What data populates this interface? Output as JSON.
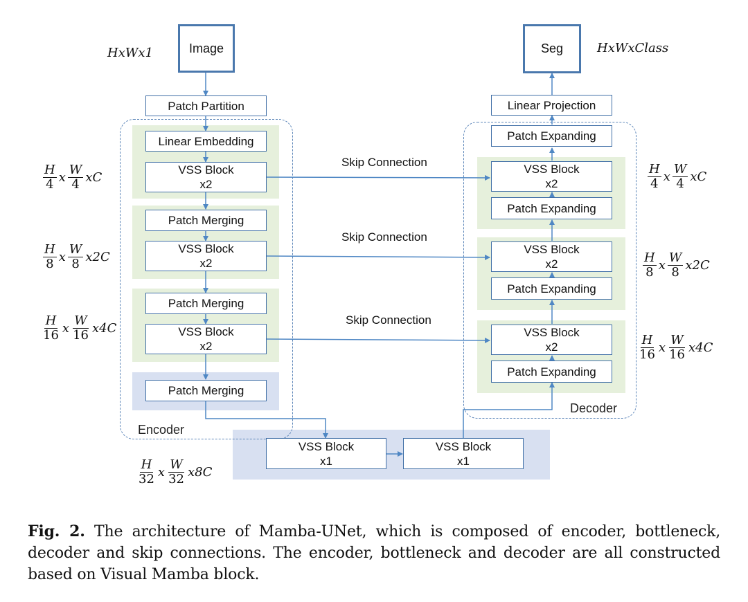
{
  "input": {
    "label": "Image",
    "dims": "HxWx1"
  },
  "output": {
    "label": "Seg",
    "dims": "HxWxClass"
  },
  "encoder": {
    "label": "Encoder",
    "patch_partition": "Patch Partition",
    "linear_embedding": "Linear Embedding",
    "stage1_block": {
      "line1": "VSS Block",
      "line2": "x2"
    },
    "stage2_merge": "Patch Merging",
    "stage2_block": {
      "line1": "VSS Block",
      "line2": "x2"
    },
    "stage3_merge": "Patch Merging",
    "stage3_block": {
      "line1": "VSS Block",
      "line2": "x2"
    },
    "final_merge": "Patch Merging"
  },
  "bottleneck": {
    "block1": {
      "line1": "VSS Block",
      "line2": "x1"
    },
    "block2": {
      "line1": "VSS Block",
      "line2": "x1"
    }
  },
  "decoder": {
    "label": "Decoder",
    "linear_projection": "Linear Projection",
    "expand_top": "Patch Expanding",
    "stage1_block": {
      "line1": "VSS Block",
      "line2": "x2"
    },
    "stage1_expand": "Patch Expanding",
    "stage2_block": {
      "line1": "VSS Block",
      "line2": "x2"
    },
    "stage2_expand": "Patch Expanding",
    "stage3_block": {
      "line1": "VSS Block",
      "line2": "x2"
    },
    "stage3_expand": "Patch Expanding"
  },
  "skip_connections": [
    "Skip Connection",
    "Skip Connection",
    "Skip Connection"
  ],
  "dims": {
    "level1": {
      "h_num": "H",
      "h_den": "4",
      "x1": "x",
      "w_num": "W",
      "w_den": "4",
      "suffix": "xC"
    },
    "level2": {
      "h_num": "H",
      "h_den": "8",
      "x1": "x",
      "w_num": "W",
      "w_den": "8",
      "suffix": "x2C"
    },
    "level3": {
      "h_num": "H",
      "h_den": "16",
      "x1": "x",
      "w_num": "W",
      "w_den": "16",
      "suffix": "x4C"
    },
    "level4": {
      "h_num": "H",
      "h_den": "32",
      "x1": "x",
      "w_num": "W",
      "w_den": "32",
      "suffix": "x8C"
    }
  },
  "caption": {
    "label": "Fig. 2.",
    "text": "The architecture of Mamba-UNet, which is composed of encoder, bottleneck, decoder and skip connections. The encoder, bottleneck and decoder are all constructed based on Visual Mamba block."
  },
  "colors": {
    "line": "#4f87c4",
    "box_border": "#3f6ea6",
    "encoder_band": "#e6f0dc",
    "bottleneck_band": "#d8e0f1"
  }
}
